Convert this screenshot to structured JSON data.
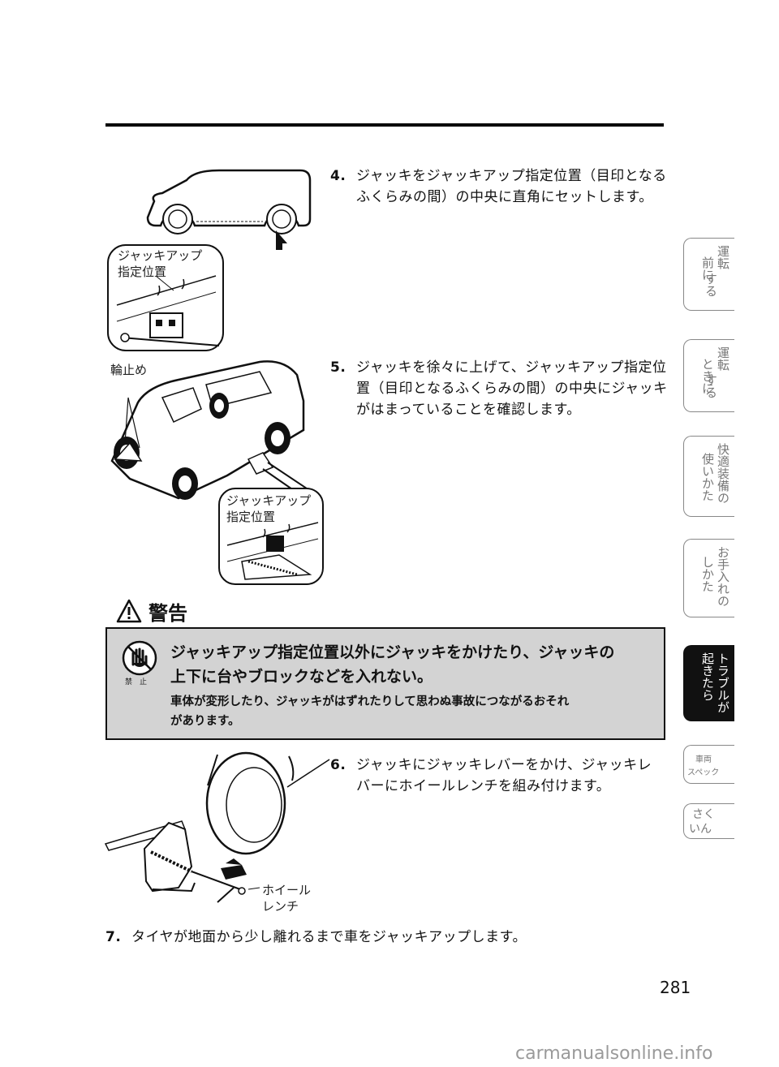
{
  "steps": [
    {
      "num": "4.",
      "line1": "ジャッキをジャッキアップ指定位置（目印となる",
      "line2": "ふくらみの間）の中央に直角にセットします。"
    },
    {
      "num": "5.",
      "line1": "ジャッキを徐々に上げて、ジャッキアップ指定位",
      "line2": "置（目印となるふくらみの間）の中央にジャッキ",
      "line3": "がはまっていることを確認します。"
    },
    {
      "num": "6.",
      "line1": "ジャッキにジャッキレバーをかけ、ジャッキレ",
      "line2": "バーにホイールレンチを組み付けます。"
    },
    {
      "num": "7.",
      "line1": "タイヤが地面から少し離れるまで車をジャッキアップします。"
    }
  ],
  "figures": {
    "fig1_label_line1": "ジャッキアップ",
    "fig1_label_line2": "指定位置",
    "fig2_chock_label": "輪止め",
    "fig2_label_line1": "ジャッキアップ",
    "fig2_label_line2": "指定位置",
    "fig3_label_line1": "ホイール",
    "fig3_label_line2": "レンチ"
  },
  "warning": {
    "title": "警告",
    "main_line1": "ジャッキアップ指定位置以外にジャッキをかけたり、ジャッキの",
    "main_line2": "上下に台やブロックなどを入れない。",
    "sub_line1": "車体が変形したり、ジャッキがはずれたりして思わぬ事故につながるおそれ",
    "sub_line2": "があります。",
    "prohibit_caption": "禁止"
  },
  "side_tabs": [
    {
      "col1": "運転",
      "col2": "前に",
      "col1b": "する",
      "active": false
    },
    {
      "col1": "運転",
      "col2": "ときに",
      "col1b": "する",
      "active": false
    },
    {
      "col1": "快適装備の",
      "col2": "使いかた",
      "active": false
    },
    {
      "col1": "お手入れの",
      "col2": "しかた",
      "active": false
    },
    {
      "col1": "トラブルが",
      "col2": "起きたら",
      "active": true
    },
    {
      "line1": "車両",
      "line2": "スペック",
      "active": false
    },
    {
      "col1": "さく",
      "col2": "いん",
      "active": false
    }
  ],
  "page_number": "281",
  "watermark": "carmanualsonline.info"
}
